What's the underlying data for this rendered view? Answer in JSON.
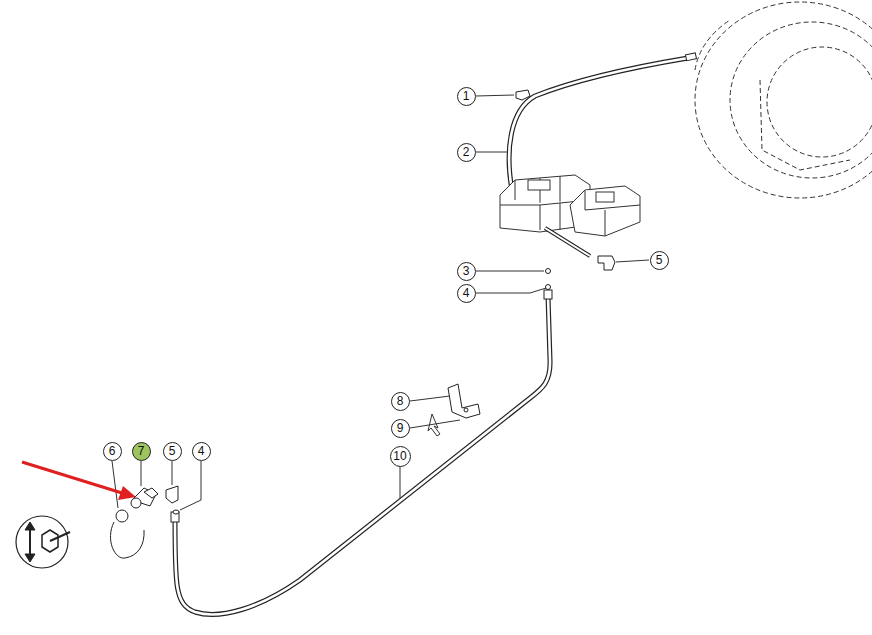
{
  "diagram": {
    "nodes": [
      {
        "text": [
          "1"
        ]
      },
      {
        "text": [
          "2"
        ]
      },
      {
        "text": [
          "5"
        ]
      },
      {
        "text": [
          "3"
        ]
      },
      {
        "text": [
          "4"
        ]
      },
      {
        "text": [
          "8"
        ]
      },
      {
        "text": [
          "9"
        ]
      },
      {
        "text": [
          "10"
        ]
      },
      {
        "text": [
          "6"
        ]
      },
      {
        "text": [
          "7"
        ]
      },
      {
        "text": [
          "5"
        ]
      },
      {
        "text": [
          "4"
        ]
      }
    ]
  }
}
